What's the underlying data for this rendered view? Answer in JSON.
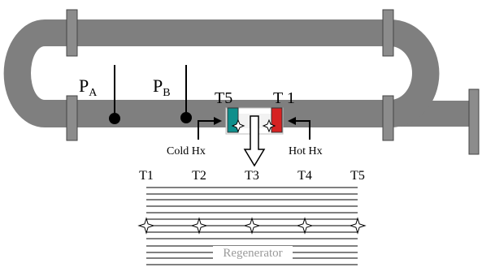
{
  "diagram": {
    "pressure_labels": {
      "pa": {
        "base": "P",
        "sub": "A"
      },
      "pb": {
        "base": "P",
        "sub": "B"
      }
    },
    "temperature_labels": {
      "t5_top": "T5",
      "t1_top": "T 1"
    },
    "hx_labels": {
      "cold": "Cold Hx",
      "hot": "Hot Hx"
    },
    "regenerator": {
      "label": "Regenerator",
      "sensor_labels": [
        "T1",
        "T2",
        "T3",
        "T4",
        "T5"
      ]
    },
    "colors": {
      "pipe": "#7f7f7f",
      "flange": "#8c8c8c",
      "cold_hx": "#0f8f8c",
      "hot_hx": "#d62222",
      "line": "#000000",
      "regen_text": "#9a9a9a"
    }
  }
}
